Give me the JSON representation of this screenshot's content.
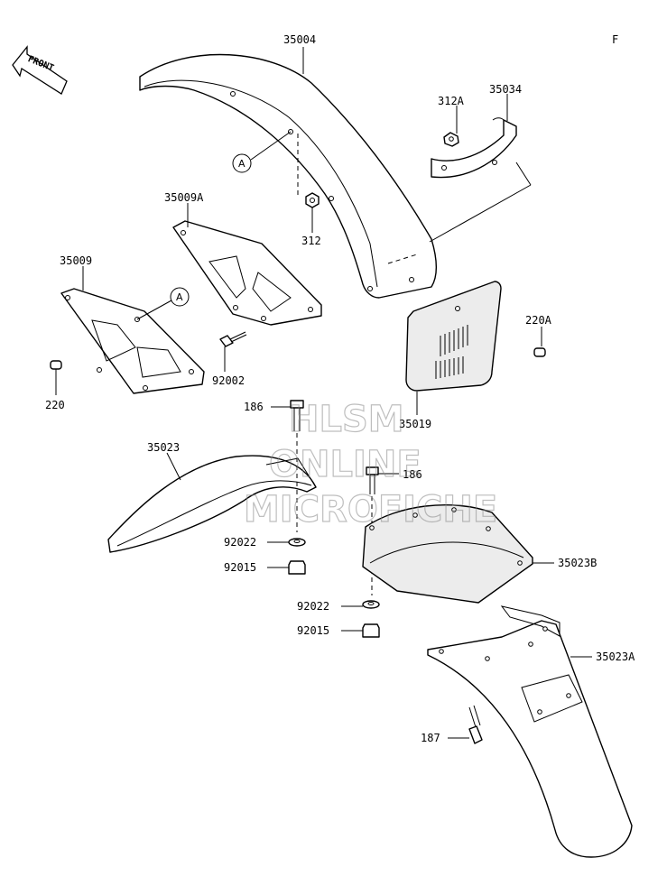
{
  "page_letter": "F",
  "front_arrow_text": "FRONT",
  "ref_markers": [
    "A",
    "A"
  ],
  "watermark": [
    "HLSM",
    "ONLINE",
    "MICROFICHE"
  ],
  "part_labels": {
    "p35004": "35004",
    "p312A": "312A",
    "p35034": "35034",
    "p35009A": "35009A",
    "p312": "312",
    "p35009": "35009",
    "p220A": "220A",
    "p92002": "92002",
    "p220": "220",
    "p186a": "186",
    "p35019": "35019",
    "p35023": "35023",
    "p186b": "186",
    "p92022a": "92022",
    "p92015a": "92015",
    "p35023B": "35023B",
    "p92022b": "92022",
    "p92015b": "92015",
    "p35023A": "35023A",
    "p187": "187"
  }
}
